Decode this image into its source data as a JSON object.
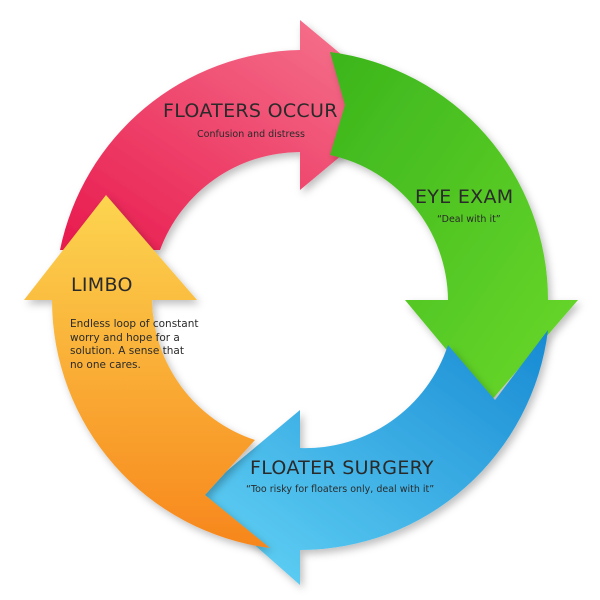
{
  "diagram": {
    "type": "cycle",
    "steps": [
      {
        "id": "floaters-occur",
        "title": "FLOATERS OCCUR",
        "subtitle": "Confusion and distress",
        "color_start": "#ee2f5e",
        "color_end": "#f77a93"
      },
      {
        "id": "eye-exam",
        "title": "EYE EXAM",
        "subtitle": "“Deal with it”",
        "color_start": "#38b81f",
        "color_end": "#66d92a"
      },
      {
        "id": "floater-surgery",
        "title": "FLOATER SURGERY",
        "subtitle": "“Too risky for floaters only, deal with it”",
        "color_start": "#1a8fd6",
        "color_end": "#5fd0f5"
      },
      {
        "id": "limbo",
        "title": "LIMBO",
        "subtitle": "Endless loop of constant worry and hope for a solution. A sense that no one cares.",
        "color_start": "#f7821e",
        "color_end": "#fcd94e"
      }
    ]
  }
}
